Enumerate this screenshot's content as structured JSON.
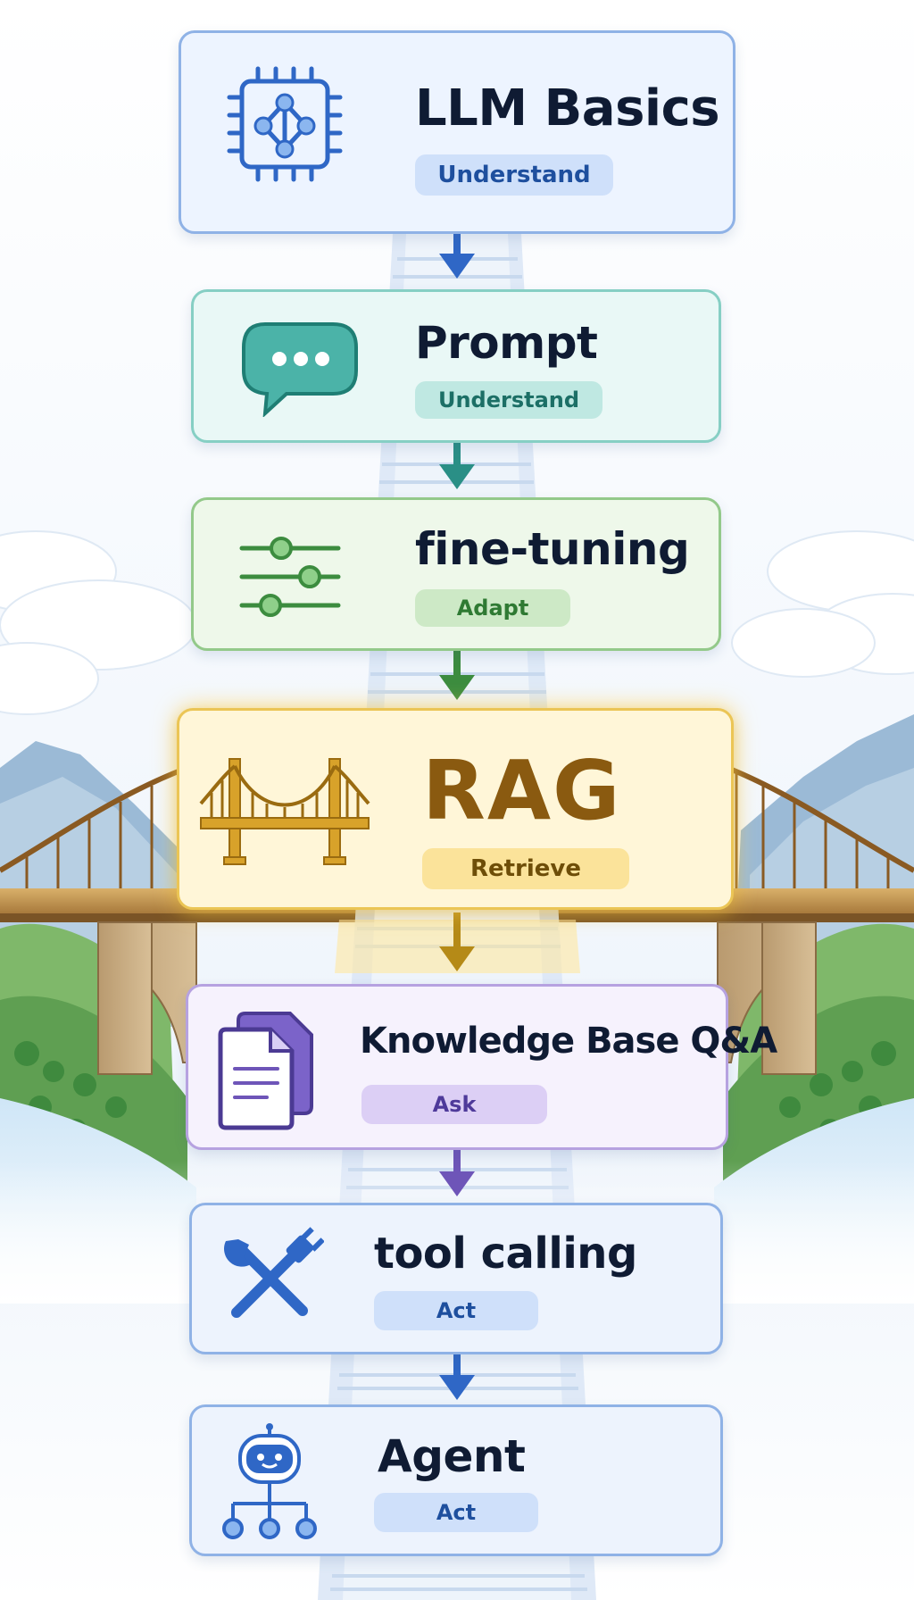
{
  "steps": [
    {
      "title": "LLM Basics",
      "badge": "Understand",
      "icon": "chip-network-icon"
    },
    {
      "title": "Prompt",
      "badge": "Understand",
      "icon": "chat-bubble-icon"
    },
    {
      "title": "fine-tuning",
      "badge": "Adapt",
      "icon": "sliders-icon"
    },
    {
      "title": "RAG",
      "badge": "Retrieve",
      "icon": "bridge-icon"
    },
    {
      "title": "Knowledge Base Q&A",
      "badge": "Ask",
      "icon": "documents-icon"
    },
    {
      "title": "tool calling",
      "badge": "Act",
      "icon": "wrench-plug-icon"
    },
    {
      "title": "Agent",
      "badge": "Act",
      "icon": "robot-network-icon"
    }
  ],
  "colors": {
    "blue": "#2f67c6",
    "teal": "#2a8f86",
    "green": "#3c8c3f",
    "gold": "#b58a17",
    "purple": "#6e55b8",
    "title": "#0f1b33"
  }
}
